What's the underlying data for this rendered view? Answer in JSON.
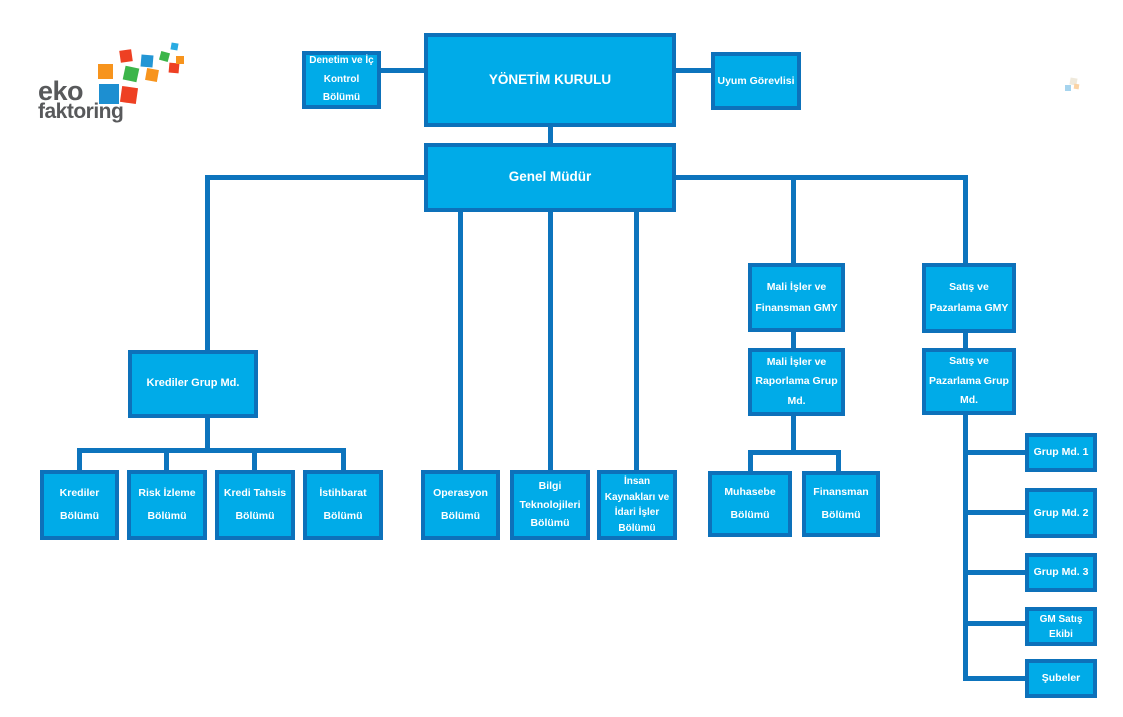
{
  "logo": {
    "line1": "eko",
    "line2": "faktoring",
    "text_color": "#58595b",
    "palette": {
      "orange": "#f7941d",
      "red": "#ee4023",
      "green": "#3cb54a",
      "blue": "#1d8fd1",
      "skyblue": "#2396d5",
      "cyan": "#29abe2",
      "beige": "#d8c9a8"
    }
  },
  "chart": {
    "node_fill": "#00abe8",
    "node_border": "#0d71ba",
    "line_color": "#0d74bd",
    "node_text_color": "#ffffff"
  },
  "nodes": [
    {
      "id": "yonetim-kurulu",
      "label": "YÖNETİM KURULU"
    },
    {
      "id": "denetim",
      "label": "Denetim ve İç\nKontrol\nBölümü"
    },
    {
      "id": "uyum",
      "label": "Uyum Görevlisi"
    },
    {
      "id": "genel-mudur",
      "label": "Genel Müdür"
    },
    {
      "id": "krediler-grup",
      "label": "Krediler Grup Md."
    },
    {
      "id": "krediler-bolumu",
      "label": "Krediler\nBölümü"
    },
    {
      "id": "risk-izleme",
      "label": "Risk İzleme\nBölümü"
    },
    {
      "id": "kredi-tahsis",
      "label": "Kredi Tahsis\nBölümü"
    },
    {
      "id": "istihbarat",
      "label": "İstihbarat\nBölümü"
    },
    {
      "id": "operasyon",
      "label": "Operasyon\nBölümü"
    },
    {
      "id": "bilgi-teknolojileri",
      "label": "Bilgi\nTeknolojileri\nBölümü"
    },
    {
      "id": "insan-kaynaklari",
      "label": "İnsan\nKaynakları ve\nİdari İşler\nBölümü"
    },
    {
      "id": "mali-gmy",
      "label": "Mali İşler ve\nFinansman GMY"
    },
    {
      "id": "mali-raporlama",
      "label": "Mali İşler ve\nRaporlama Grup\nMd."
    },
    {
      "id": "muhasebe",
      "label": "Muhasebe\nBölümü"
    },
    {
      "id": "finansman",
      "label": "Finansman\nBölümü"
    },
    {
      "id": "satis-gmy",
      "label": "Satış ve\nPazarlama GMY"
    },
    {
      "id": "satis-grup",
      "label": "Satış ve\nPazarlama Grup\nMd."
    },
    {
      "id": "grup-md-1",
      "label": "Grup Md. 1"
    },
    {
      "id": "grup-md-2",
      "label": "Grup Md. 2"
    },
    {
      "id": "grup-md-3",
      "label": "Grup Md. 3"
    },
    {
      "id": "gm-satis-ekibi",
      "label": "GM Satış\nEkibi"
    },
    {
      "id": "subeler",
      "label": "Şubeler"
    }
  ]
}
